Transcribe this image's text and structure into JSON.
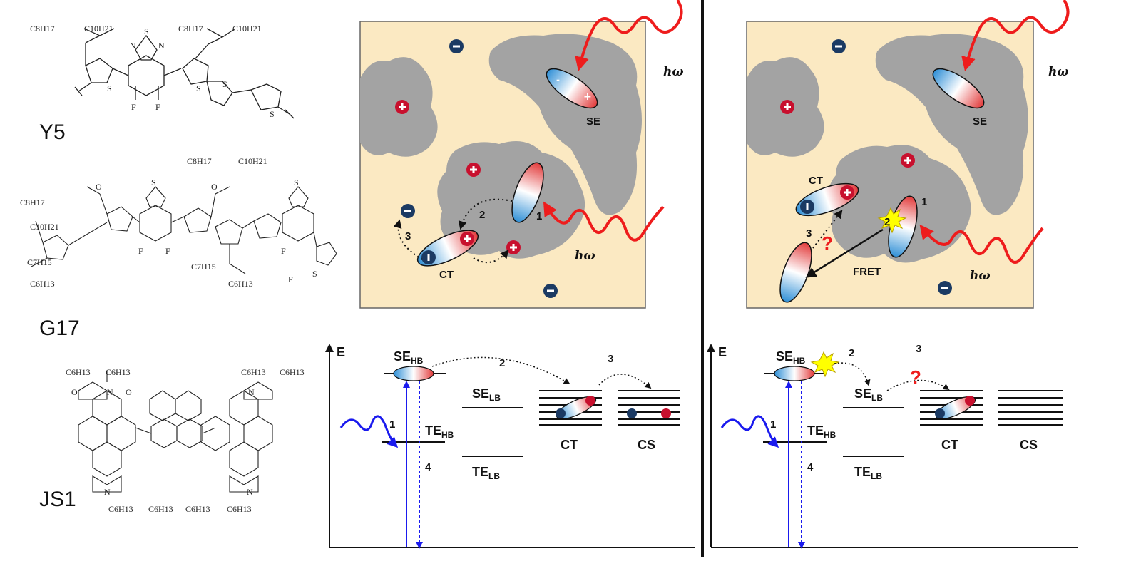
{
  "molecules": {
    "y5_name": "Y5",
    "g17_name": "G17",
    "js1_name": "JS1",
    "y5_chains": [
      "C8H17",
      "C10H21",
      "C8H17",
      "C10H21"
    ],
    "g17_chains": [
      "C8H17",
      "C10H21",
      "C8H17",
      "C10H21",
      "C7H15",
      "C6H13",
      "C7H15",
      "C6H13"
    ],
    "js1_chains": [
      "C6H13",
      "C6H13",
      "C6H13",
      "C6H13",
      "C6H13",
      "C6H13",
      "C6H13",
      "C6H13"
    ],
    "atoms": {
      "sulfur": "S",
      "nitrogen": "N",
      "fluorine": "F",
      "oxygen": "O"
    }
  },
  "panel_b": {
    "photon": "ħω",
    "SE": "SE",
    "CT": "CT",
    "steps": [
      "1",
      "2",
      "3"
    ],
    "signs": {
      "plus": "+",
      "minus": "−"
    }
  },
  "panel_c": {
    "photon": "ħω",
    "SE": "SE",
    "CT": "CT",
    "FRET": "FRET",
    "question": "?",
    "steps": [
      "1",
      "2",
      "3"
    ]
  },
  "energy_b": {
    "axis": "E",
    "SE_HB": "SE",
    "SE_HB_sub": "HB",
    "SE_LB": "SE",
    "SE_LB_sub": "LB",
    "TE_HB": "TE",
    "TE_HB_sub": "HB",
    "TE_LB": "TE",
    "TE_LB_sub": "LB",
    "CT": "CT",
    "CS": "CS",
    "steps": [
      "1",
      "2",
      "3",
      "4"
    ]
  },
  "energy_c": {
    "axis": "E",
    "SE_HB": "SE",
    "SE_HB_sub": "HB",
    "SE_LB": "SE",
    "SE_LB_sub": "LB",
    "TE_HB": "TE",
    "TE_HB_sub": "HB",
    "TE_LB": "TE",
    "TE_LB_sub": "LB",
    "CT": "CT",
    "CS": "CS",
    "question": "?",
    "steps": [
      "1",
      "2",
      "3",
      "4"
    ]
  },
  "colors": {
    "film_bg": "#fbe9c2",
    "domain_gray": "#a3a3a3",
    "photon_red": "#ee1c1c",
    "photon_blue": "#1a1aee",
    "hole_red": "#c8102e",
    "electron_blue": "#1b3a63",
    "flash_yellow": "#ffff00"
  }
}
